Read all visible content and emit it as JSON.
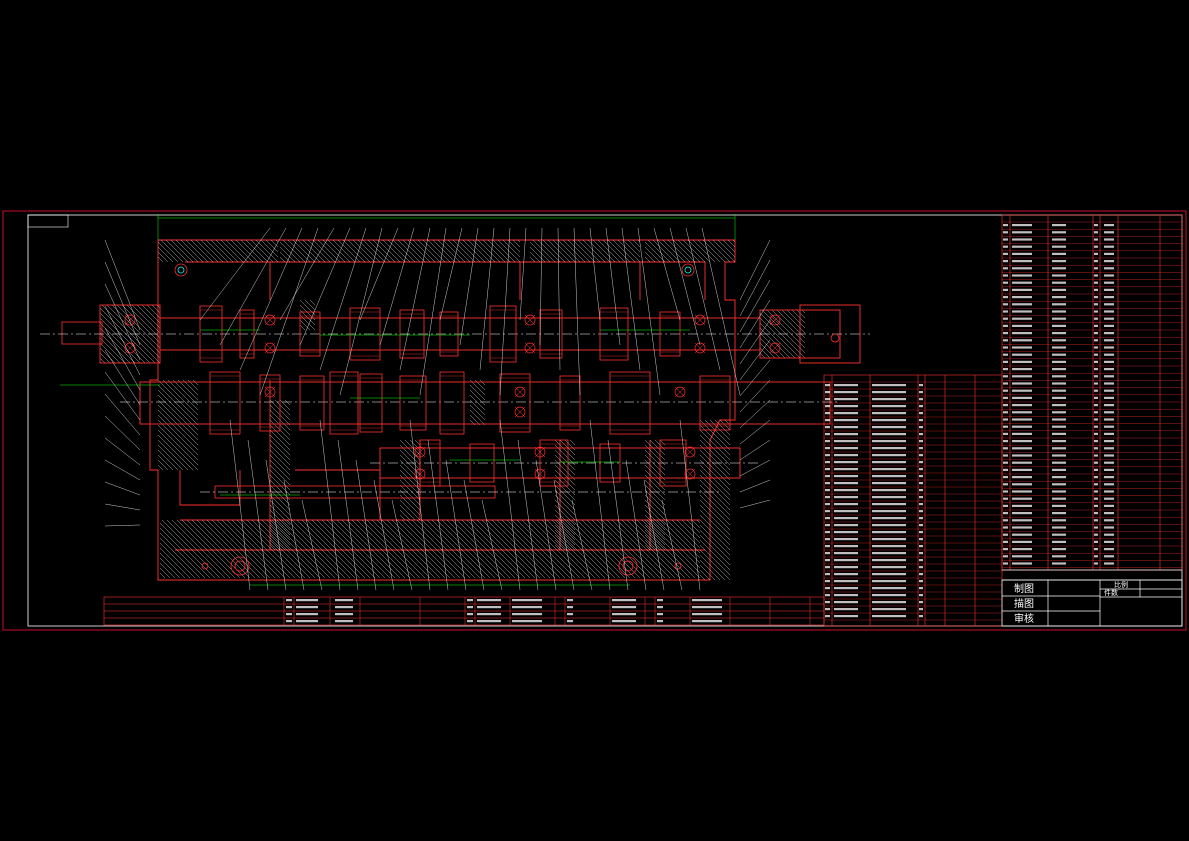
{
  "drawing": {
    "top_left_tag": "",
    "colors": {
      "background": "#000000",
      "frame": "#c8102e",
      "outline": "#ff3030",
      "centerline": "#ffffff",
      "dimension": "#00ff00",
      "hatch": "#ffffff",
      "table_line": "#ff3030",
      "leader": "#ffffff"
    }
  },
  "title_block": {
    "draw_label": "制图",
    "trace_label": "描图",
    "check_label": "审核",
    "scale_label": "比例",
    "sheet_label": "件数"
  }
}
